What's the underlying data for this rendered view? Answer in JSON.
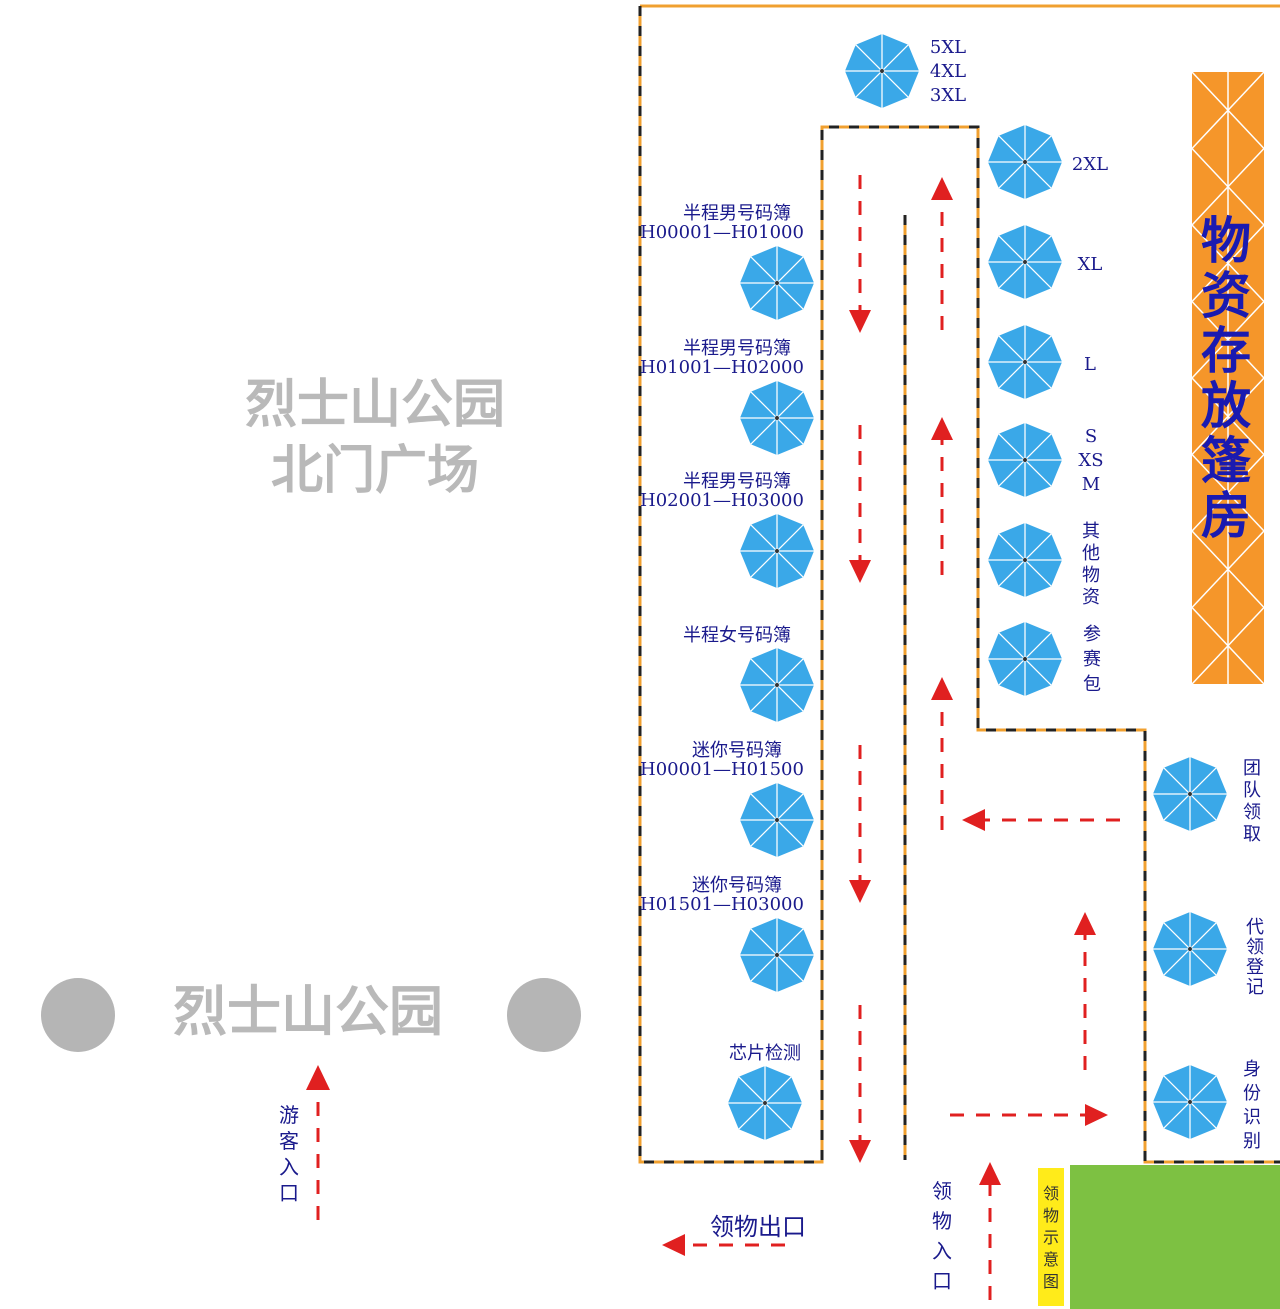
{
  "park": {
    "plaza_line1": "烈士山公园",
    "plaza_line2": "北门广场",
    "gate_name": "烈士山公园"
  },
  "visitor_entrance": "游客入口",
  "pickup_exit": "领物出口",
  "pickup_entrance": "领物入口",
  "legend_label": "领物示意图",
  "storage_tent": "物资存放篷房",
  "left_booths": [
    {
      "title": "半程男号码簿",
      "range": "H00001—H01000"
    },
    {
      "title": "半程男号码簿",
      "range": "H01001—H02000"
    },
    {
      "title": "半程男号码簿",
      "range": "H02001—H03000"
    },
    {
      "title": "半程女号码簿",
      "range": ""
    },
    {
      "title": "迷你号码簿",
      "range": "H00001—H01500"
    },
    {
      "title": "迷你号码簿",
      "range": "H01501—H03000"
    },
    {
      "title": "芯片检测",
      "range": ""
    }
  ],
  "size_booths": {
    "top": [
      "5XL",
      "4XL",
      "3XL"
    ],
    "b2xl": "2XL",
    "bxl": "XL",
    "bl": "L",
    "bsm": [
      "S",
      "XS",
      "M"
    ],
    "other": "其他物资",
    "pack": "参赛包"
  },
  "right_booths": {
    "team": "团队领取",
    "proxy": "代领登记",
    "id": "身份识别"
  },
  "colors": {
    "umbrella": "#3aa8e8",
    "border_orange": "#f0a030",
    "arrow_red": "#e02020",
    "storage_orange": "#f5962a",
    "grass_green": "#7dc142",
    "legend_yellow": "#ffeb1a",
    "label_blue": "#1a1a8c"
  }
}
